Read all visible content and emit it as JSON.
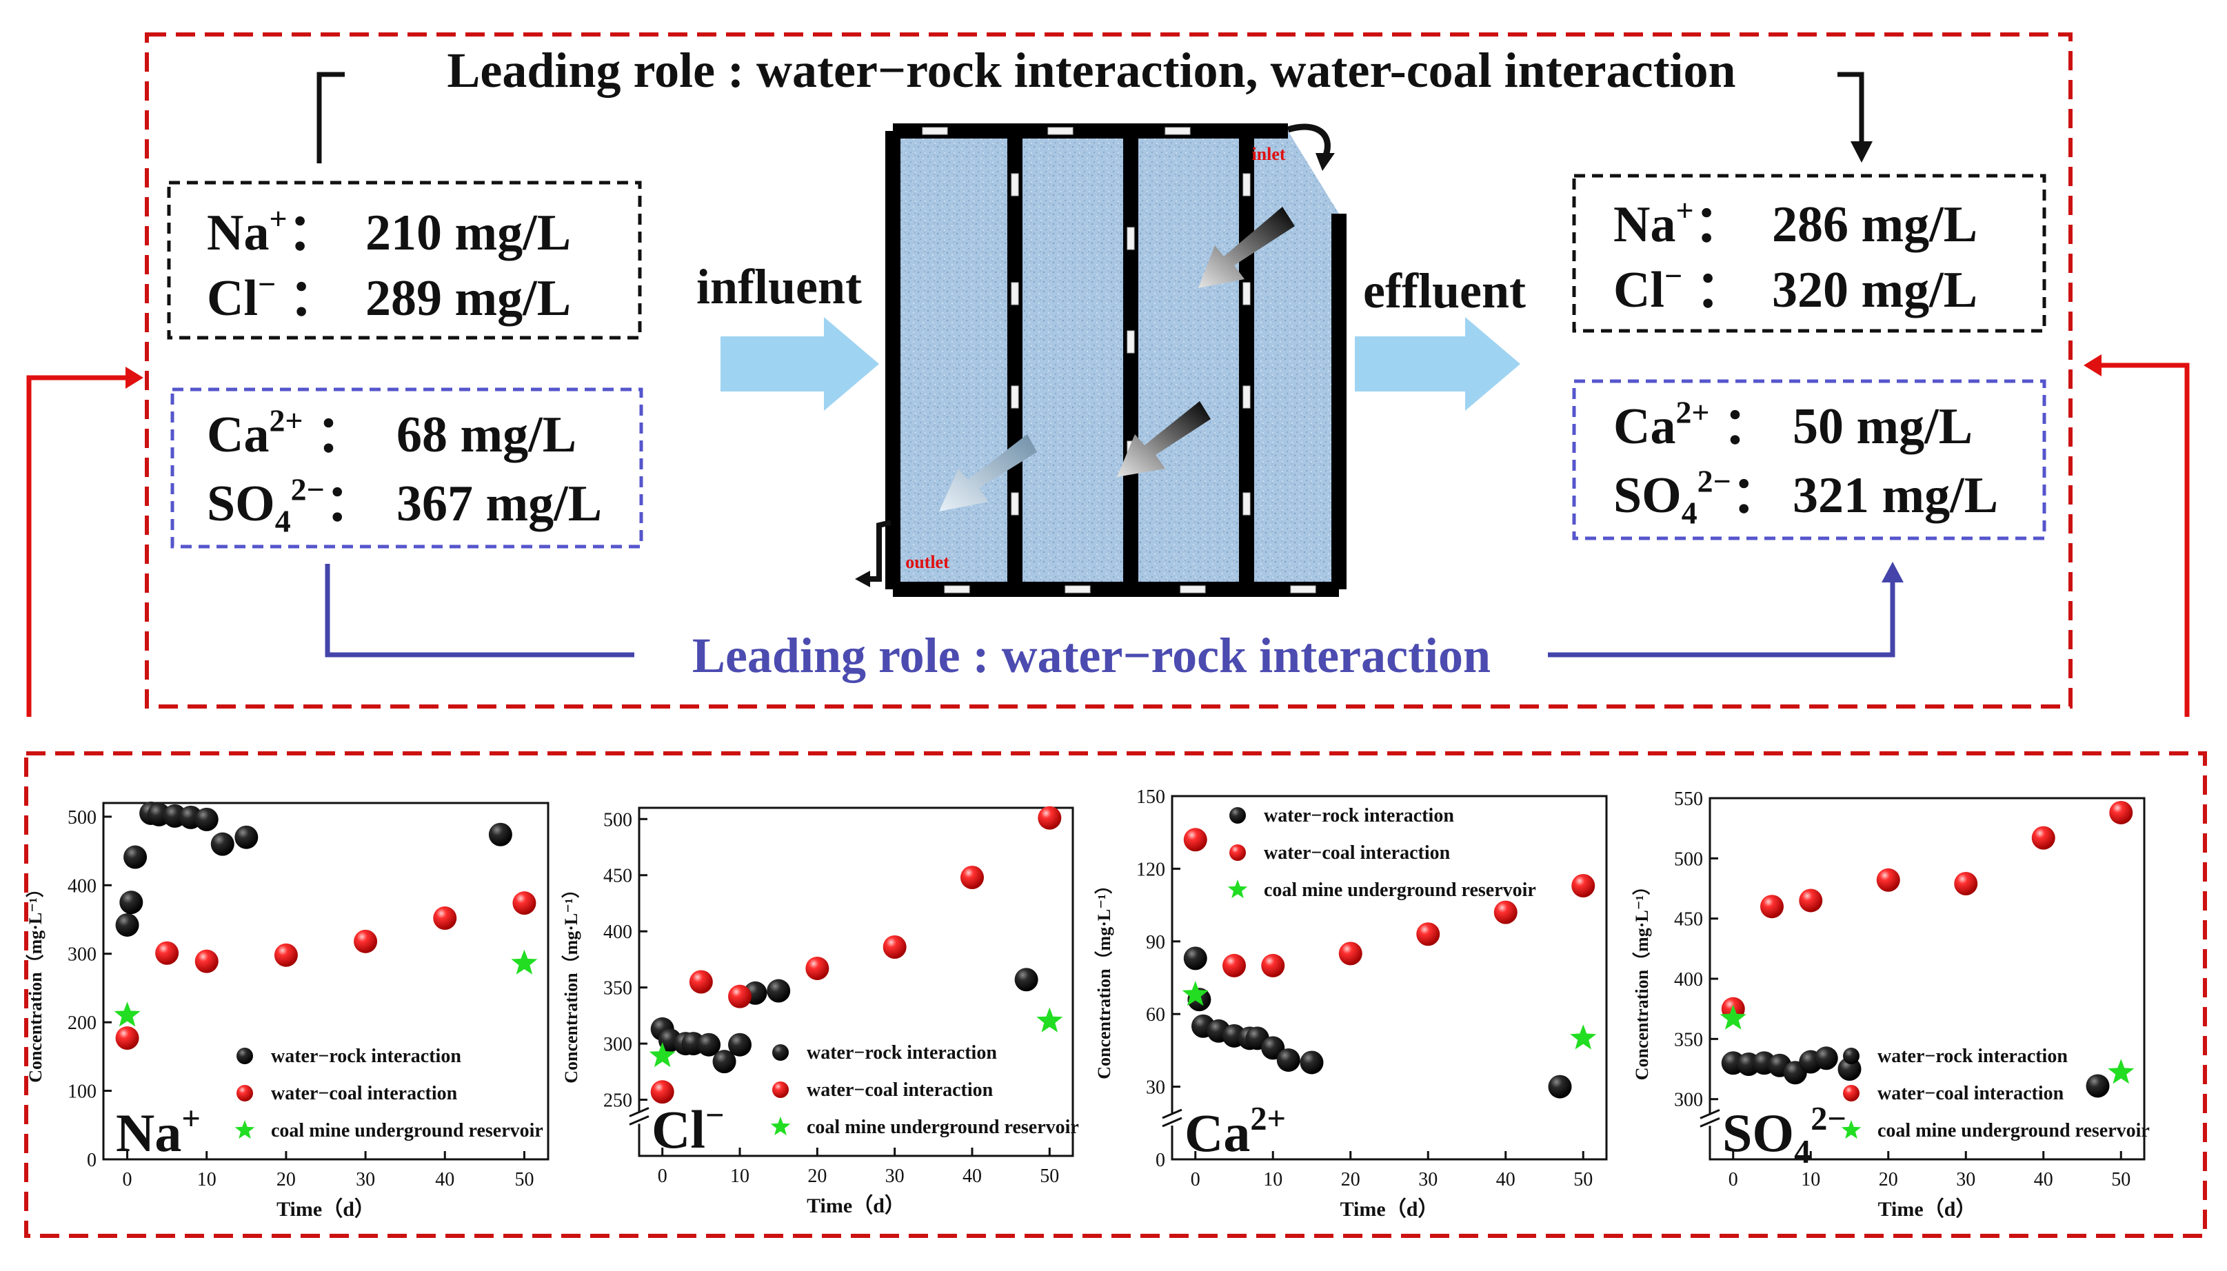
{
  "top": {
    "leading_coal": "Leading role : water−rock interaction, water-coal interaction",
    "leading_rock": "Leading role : water−rock interaction",
    "influent": "influent",
    "effluent": "effluent",
    "inlet": "inlet",
    "outlet": "outlet",
    "in_box1": [
      {
        "ion": "Na",
        "sup": "+",
        "sub": "",
        "sep": "：",
        "value": "210 mg/L"
      },
      {
        "ion": "Cl",
        "sup": "−",
        "sub": "",
        "sep": " ：",
        "value": "289 mg/L"
      }
    ],
    "in_box2": [
      {
        "ion": "Ca",
        "sup": "2+",
        "sub": "",
        "sep": " ：",
        "value": "68 mg/L"
      },
      {
        "ion": "SO",
        "sup": "2−",
        "sub": "4",
        "sep": "：",
        "value": "367 mg/L"
      }
    ],
    "out_box1": [
      {
        "ion": "Na",
        "sup": "+",
        "sub": "",
        "sep": "：",
        "value": "286 mg/L"
      },
      {
        "ion": "Cl",
        "sup": "−",
        "sub": "",
        "sep": " ：",
        "value": "320 mg/L"
      }
    ],
    "out_box2": [
      {
        "ion": "Ca",
        "sup": "2+",
        "sub": "",
        "sep": " ：",
        "value": "50 mg/L"
      },
      {
        "ion": "SO",
        "sup": "2−",
        "sub": "4",
        "sep": "：",
        "value": "321 mg/L"
      }
    ]
  },
  "colors": {
    "red": "#cc1111",
    "blue_line": "#4444aa",
    "blue_text": "#4b4bb0",
    "black_box": "#111111",
    "blue_box": "#5555cc",
    "arrow_blue": "#9fd3f2",
    "reactor_fill": "#a9c6e2",
    "series_rock": "#111111",
    "series_coal": "#e01010",
    "series_reservoir": "#22dd22"
  },
  "chart_data": [
    {
      "type": "scatter",
      "label_ion": "Na",
      "label_sup": "+",
      "label_sub": "",
      "xlabel": "Time（d）",
      "ylabel": "Concentration（mg·L⁻¹）",
      "xlim": [
        -3,
        53
      ],
      "ylim": [
        0,
        520
      ],
      "xticks": [
        0,
        10,
        20,
        30,
        40,
        50
      ],
      "yticks": [
        0,
        100,
        200,
        300,
        400,
        500
      ],
      "axis_break": false,
      "legend_pos": "bottom-right",
      "series": [
        {
          "name": "water−rock interaction",
          "marker": "ball",
          "color": "#111111",
          "x": [
            0,
            0.5,
            1,
            3,
            4,
            6,
            8,
            10,
            12,
            15,
            47
          ],
          "y": [
            342,
            375,
            441,
            505,
            503,
            501,
            499,
            496,
            460,
            470,
            474
          ]
        },
        {
          "name": "water−coal interaction",
          "marker": "ball",
          "color": "#e01010",
          "x": [
            0,
            5,
            10,
            20,
            30,
            40,
            50
          ],
          "y": [
            177,
            301,
            289,
            298,
            318,
            352,
            374
          ]
        },
        {
          "name": "coal mine underground reservoir",
          "marker": "star",
          "color": "#22dd22",
          "x": [
            0,
            50
          ],
          "y": [
            210,
            286
          ]
        }
      ]
    },
    {
      "type": "scatter",
      "label_ion": "Cl",
      "label_sup": "−",
      "label_sub": "",
      "xlabel": "Time（d）",
      "ylabel": "Concentration（mg·L⁻¹）",
      "xlim": [
        -3,
        53
      ],
      "ylim": [
        200,
        510
      ],
      "xticks": [
        0,
        10,
        20,
        30,
        40,
        50
      ],
      "yticks": [
        250,
        300,
        350,
        400,
        450,
        500
      ],
      "axis_break": true,
      "legend_pos": "bottom-right",
      "series": [
        {
          "name": "water−rock interaction",
          "marker": "ball",
          "color": "#111111",
          "x": [
            0,
            1,
            3,
            4,
            6,
            8,
            10,
            12,
            15,
            47
          ],
          "y": [
            313,
            303,
            300,
            300,
            299,
            284,
            299,
            345,
            347,
            357
          ]
        },
        {
          "name": "water−coal interaction",
          "marker": "ball",
          "color": "#e01010",
          "x": [
            0,
            5,
            10,
            20,
            30,
            40,
            50
          ],
          "y": [
            257,
            355,
            342,
            367,
            386,
            448,
            501
          ]
        },
        {
          "name": "coal mine underground reservoir",
          "marker": "star",
          "color": "#22dd22",
          "x": [
            0,
            50
          ],
          "y": [
            289,
            320
          ]
        }
      ]
    },
    {
      "type": "scatter",
      "label_ion": "Ca",
      "label_sup": "2+",
      "label_sub": "",
      "xlabel": "Time（d）",
      "ylabel": "Concentration（mg·L⁻¹）",
      "xlim": [
        -3,
        53
      ],
      "ylim": [
        0,
        150
      ],
      "xticks": [
        0,
        10,
        20,
        30,
        40,
        50
      ],
      "yticks": [
        0,
        30,
        60,
        90,
        120,
        150
      ],
      "axis_break": true,
      "legend_pos": "top-right",
      "series": [
        {
          "name": "water−rock interaction",
          "marker": "ball",
          "color": "#111111",
          "x": [
            0,
            0.5,
            1,
            3,
            5,
            7,
            8,
            10,
            12,
            15,
            47
          ],
          "y": [
            83,
            66,
            55,
            53,
            51,
            50,
            50,
            46,
            41,
            40,
            30
          ]
        },
        {
          "name": "water−coal interaction",
          "marker": "ball",
          "color": "#e01010",
          "x": [
            0,
            5,
            10,
            20,
            30,
            40,
            50
          ],
          "y": [
            132,
            80,
            80,
            85,
            93,
            102,
            113
          ]
        },
        {
          "name": "coal mine underground reservoir",
          "marker": "star",
          "color": "#22dd22",
          "x": [
            0,
            50
          ],
          "y": [
            68,
            50
          ]
        }
      ]
    },
    {
      "type": "scatter",
      "label_ion": "SO",
      "label_sup": "2−",
      "label_sub": "4",
      "xlabel": "Time（d）",
      "ylabel": "Concentration（mg·L⁻¹）",
      "xlim": [
        -3,
        53
      ],
      "ylim": [
        250,
        550
      ],
      "xticks": [
        0,
        10,
        20,
        30,
        40,
        50
      ],
      "yticks": [
        300,
        350,
        400,
        450,
        500,
        550
      ],
      "axis_break": true,
      "legend_pos": "bottom-right",
      "series": [
        {
          "name": "water−rock interaction",
          "marker": "ball",
          "color": "#111111",
          "x": [
            0,
            2,
            4,
            6,
            8,
            10,
            12,
            15,
            47
          ],
          "y": [
            330,
            329,
            330,
            328,
            322,
            331,
            334,
            325,
            311
          ]
        },
        {
          "name": "water−coal interaction",
          "marker": "ball",
          "color": "#e01010",
          "x": [
            0,
            5,
            10,
            20,
            30,
            40,
            50
          ],
          "y": [
            375,
            460,
            465,
            482,
            479,
            517,
            538
          ]
        },
        {
          "name": "coal mine underground reservoir",
          "marker": "star",
          "color": "#22dd22",
          "x": [
            0,
            50
          ],
          "y": [
            367,
            322
          ]
        }
      ]
    }
  ]
}
